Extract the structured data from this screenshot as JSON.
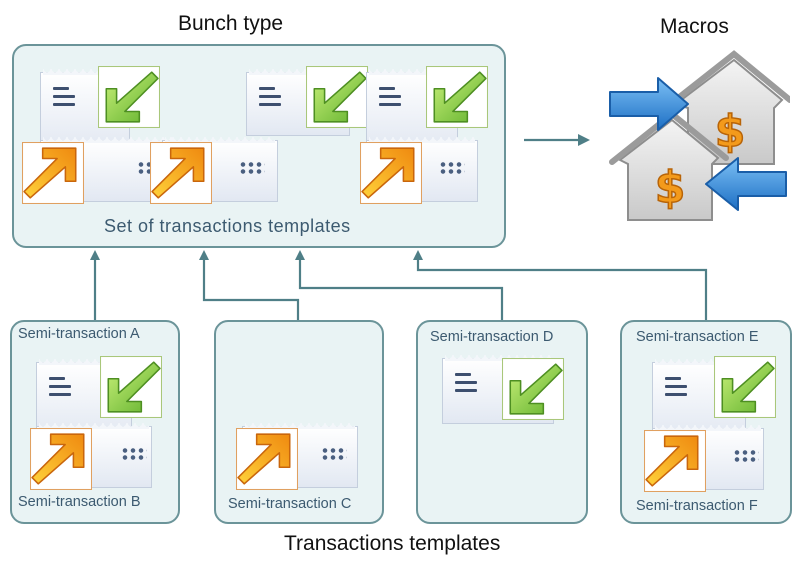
{
  "titles": {
    "bunch_type": "Bunch type",
    "macros": "Macros",
    "transactions_templates": "Transactions templates"
  },
  "bunch": {
    "set_label": "Set of transactions templates"
  },
  "semi": {
    "a": "Semi-transaction A",
    "b": "Semi-transaction B",
    "c": "Semi-transaction C",
    "d": "Semi-transaction  D",
    "e": "Semi-transaction E",
    "f": "Semi-transaction F"
  },
  "colors": {
    "box_fill": "#e9f3f4",
    "box_border": "#6b9499",
    "connector": "#4f7f87",
    "arrow_green": "#7bc63a",
    "arrow_orange": "#f3a21c",
    "macro_blue": "#2f86d8",
    "macro_orange": "#f39a1b"
  },
  "icons": {
    "incoming": "green-incoming-arrow-icon",
    "outgoing": "orange-outgoing-arrow-icon",
    "receipt": "receipt-card-icon",
    "macros": "house-dollar-exchange-icon"
  }
}
